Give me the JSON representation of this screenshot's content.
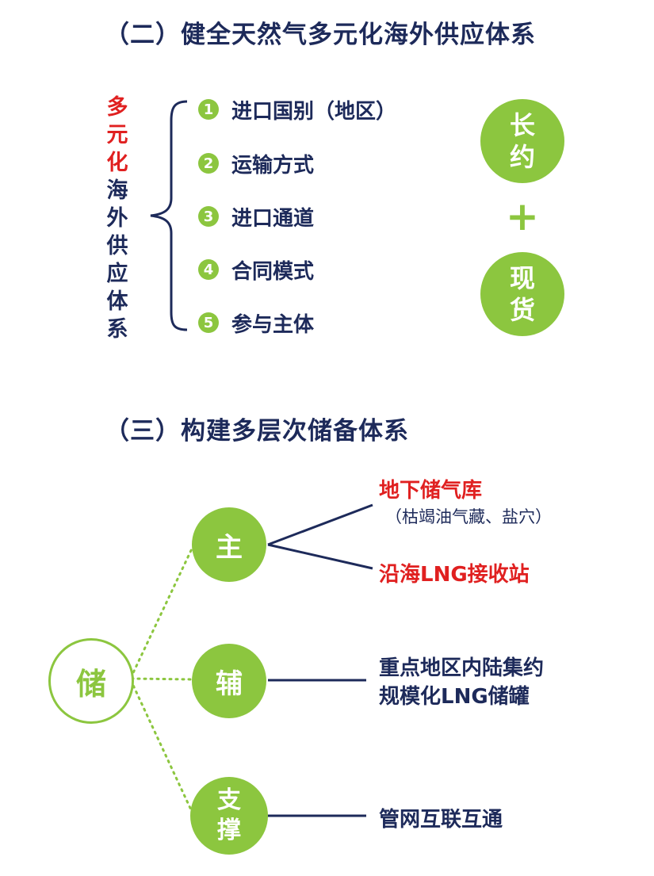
{
  "section2": {
    "heading": "（二）健全天然气多元化海外供应体系",
    "vertical_title_red": [
      "多",
      "元",
      "化"
    ],
    "vertical_title_navy": [
      "海",
      "外",
      "供",
      "应",
      "体",
      "系"
    ],
    "items": [
      {
        "num": "1",
        "label": "进口国别（地区）"
      },
      {
        "num": "2",
        "label": "运输方式"
      },
      {
        "num": "3",
        "label": "进口通道"
      },
      {
        "num": "4",
        "label": "合同模式"
      },
      {
        "num": "5",
        "label": "参与主体"
      }
    ],
    "circle_top": [
      "长",
      "约"
    ],
    "plus": "+",
    "circle_bottom": [
      "现",
      "货"
    ]
  },
  "section3": {
    "heading": "（三）构建多层次储备体系",
    "root": "储",
    "main": "主",
    "aux": "辅",
    "support": [
      "支",
      "撑"
    ],
    "main_targets": {
      "ugs": "地下储气库",
      "ugs_sub": "（枯竭油气藏、盐穴）",
      "lng": "沿海LNG接收站"
    },
    "aux_target_lines": [
      "重点地区内陆集约",
      "规模化LNG储罐"
    ],
    "support_target": "管网互联互通"
  },
  "colors": {
    "navy": "#1d2a5a",
    "green": "#8cc63f",
    "red": "#e02020"
  }
}
